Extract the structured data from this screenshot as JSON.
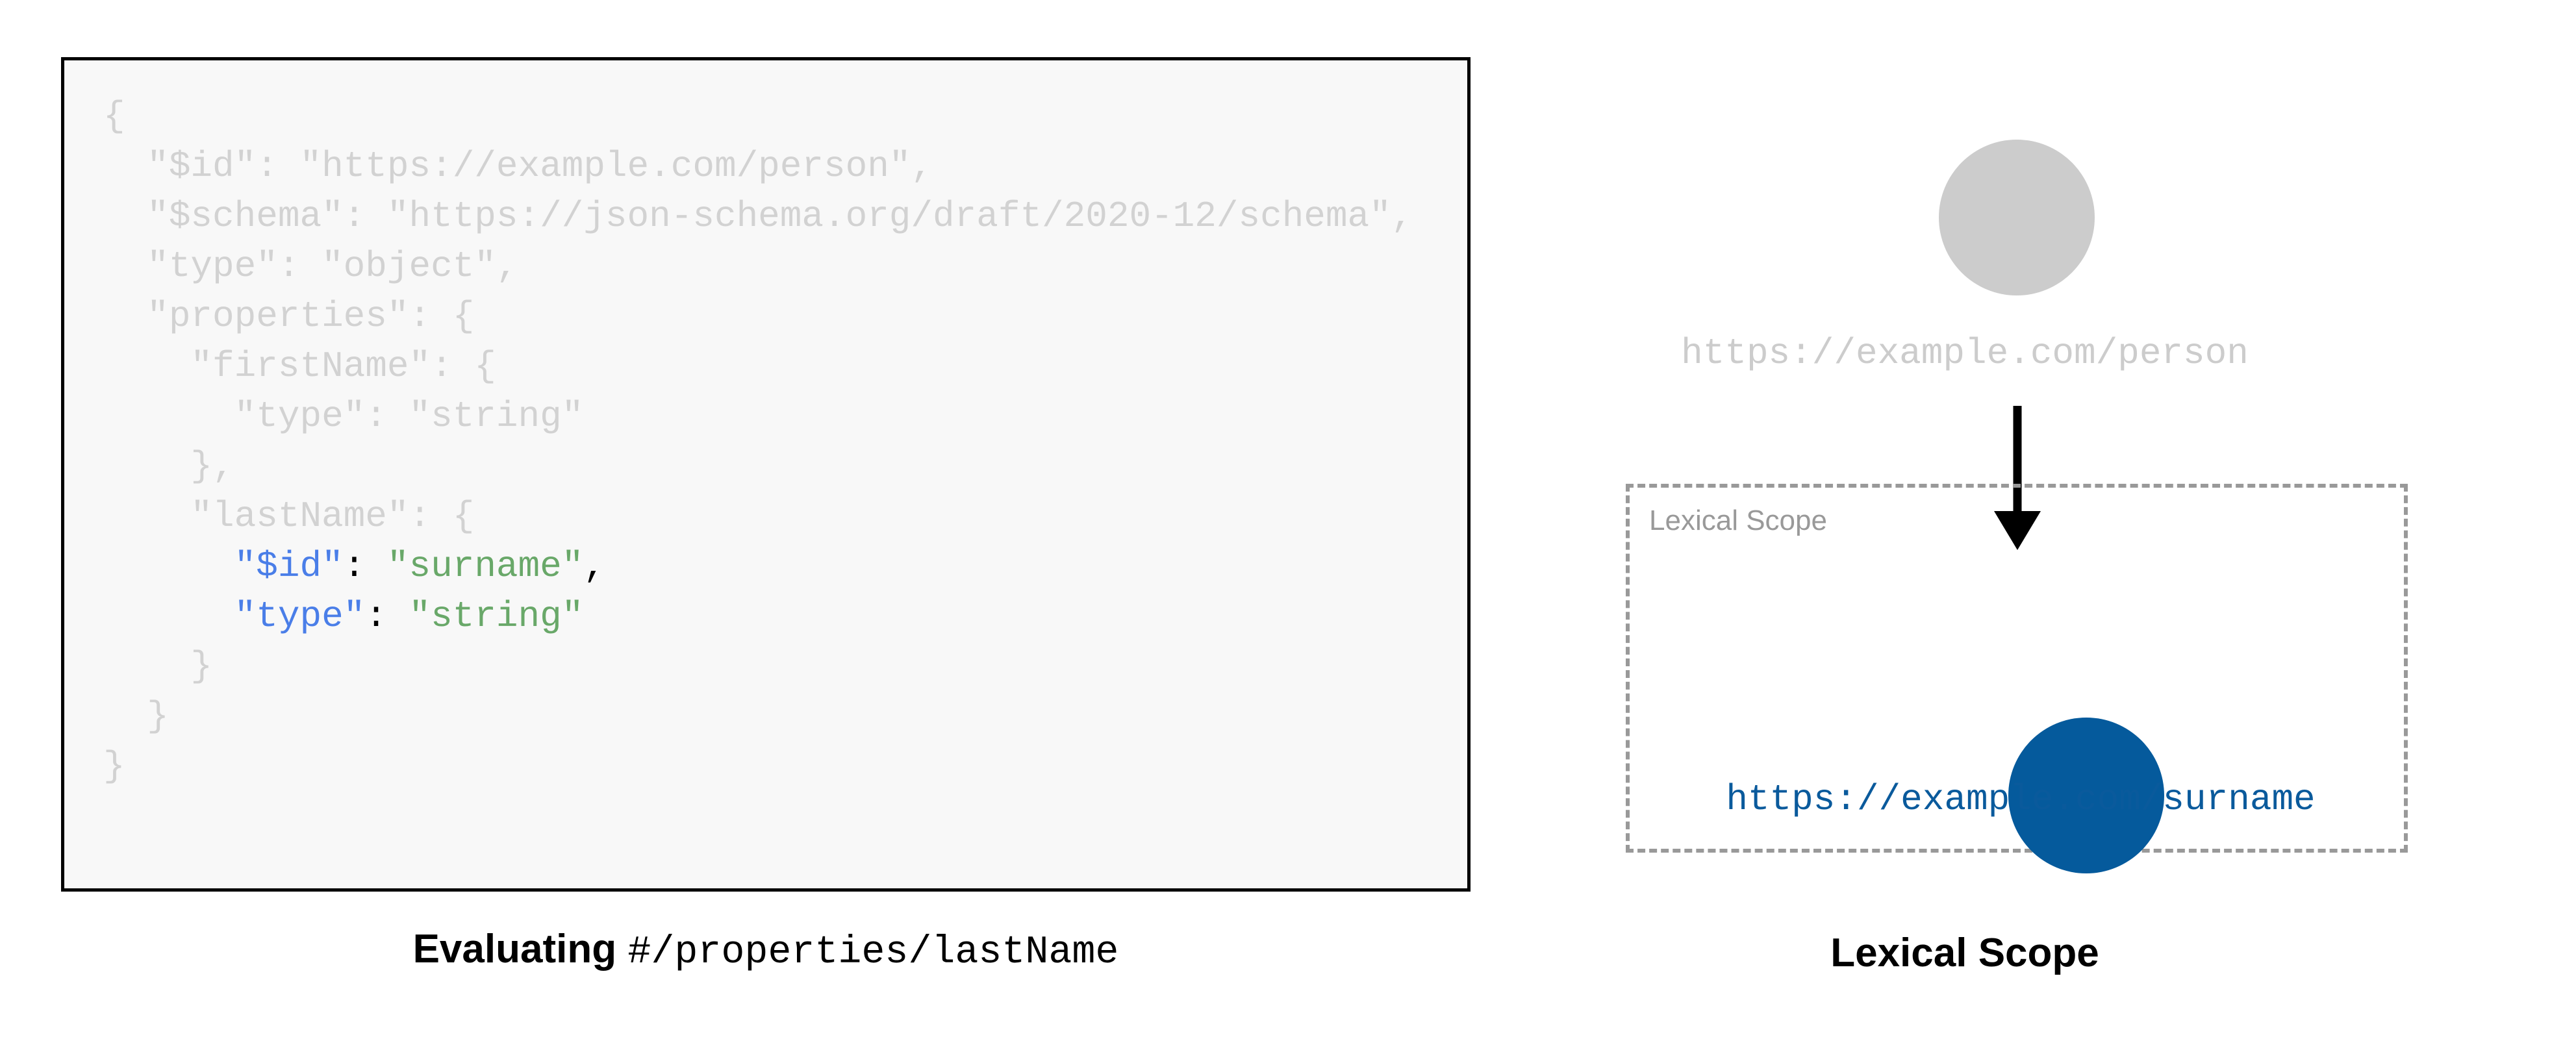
{
  "code_panel": {
    "language": "json",
    "lines": [
      {
        "indent": 0,
        "tokens": [
          {
            "text": "{",
            "style": "dim"
          }
        ]
      },
      {
        "indent": 1,
        "tokens": [
          {
            "text": "\"$id\": \"https://example.com/person\",",
            "style": "dim"
          }
        ]
      },
      {
        "indent": 1,
        "tokens": [
          {
            "text": "\"$schema\": \"https://json-schema.org/draft/2020-12/schema\",",
            "style": "dim"
          }
        ]
      },
      {
        "indent": 1,
        "tokens": [
          {
            "text": "\"type\": \"object\",",
            "style": "dim"
          }
        ]
      },
      {
        "indent": 1,
        "tokens": [
          {
            "text": "\"properties\": {",
            "style": "dim"
          }
        ]
      },
      {
        "indent": 2,
        "tokens": [
          {
            "text": "\"firstName\": {",
            "style": "dim"
          }
        ]
      },
      {
        "indent": 3,
        "tokens": [
          {
            "text": "\"type\": \"string\"",
            "style": "dim"
          }
        ]
      },
      {
        "indent": 2,
        "tokens": [
          {
            "text": "},",
            "style": "dim"
          }
        ]
      },
      {
        "indent": 2,
        "tokens": [
          {
            "text": "\"lastName\": {",
            "style": "dim"
          }
        ]
      },
      {
        "indent": 3,
        "tokens": [
          {
            "text": "\"$id\"",
            "style": "key"
          },
          {
            "text": ": ",
            "style": "punct"
          },
          {
            "text": "\"surname\"",
            "style": "val"
          },
          {
            "text": ",",
            "style": "punct"
          }
        ]
      },
      {
        "indent": 3,
        "tokens": [
          {
            "text": "\"type\"",
            "style": "key"
          },
          {
            "text": ": ",
            "style": "punct"
          },
          {
            "text": "\"string\"",
            "style": "val"
          }
        ]
      },
      {
        "indent": 2,
        "tokens": [
          {
            "text": "}",
            "style": "dim"
          }
        ]
      },
      {
        "indent": 1,
        "tokens": [
          {
            "text": "}",
            "style": "dim"
          }
        ]
      },
      {
        "indent": 0,
        "tokens": [
          {
            "text": "}",
            "style": "dim"
          }
        ]
      }
    ]
  },
  "left_caption": {
    "prefix": "Evaluating",
    "pointer": "#/properties/lastName"
  },
  "diagram": {
    "root_node": {
      "label": "https://example.com/person",
      "color": "#cccccc"
    },
    "arrow": {
      "name": "downward-arrow",
      "color": "#000000"
    },
    "lexical_scope": {
      "box_label": "Lexical Scope",
      "border_color": "#999999",
      "node": {
        "label": "https://example.com/surname",
        "color": "#055a9c"
      }
    }
  },
  "right_caption": {
    "title": "Lexical Scope"
  },
  "colors": {
    "code_dim": "#d2d2d2",
    "code_key": "#4a7ee8",
    "code_value": "#69a869",
    "code_punct": "#000000",
    "code_background": "#f8f8f8",
    "code_border": "#000000",
    "accent_blue": "#055a9c",
    "muted_gray": "#cccccc",
    "scope_gray": "#999999",
    "page_background": "#ffffff"
  }
}
